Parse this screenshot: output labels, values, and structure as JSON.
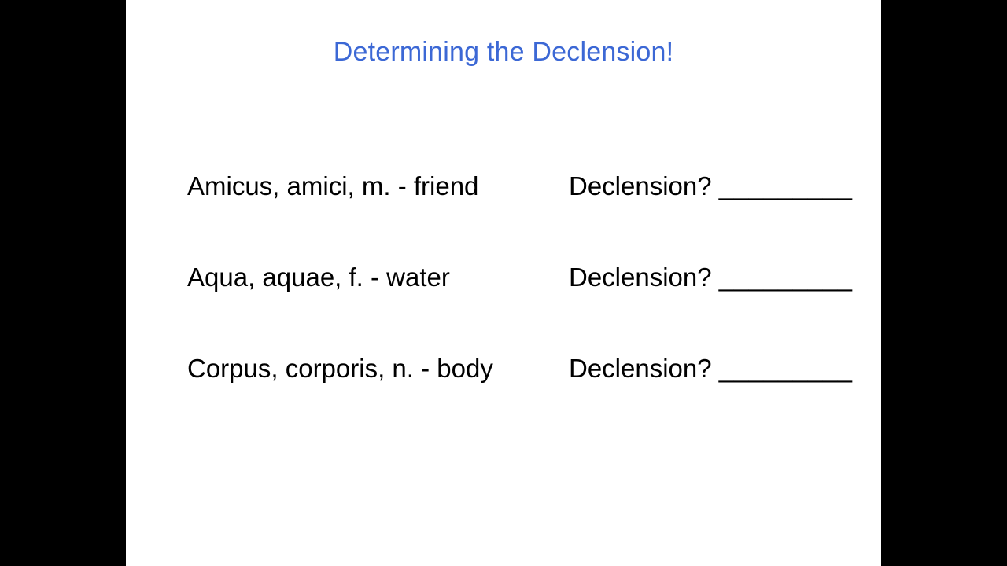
{
  "slide": {
    "title": "Determining the Declension!",
    "accent_color": "#3c68d5",
    "text_color": "#000000",
    "background_color": "#ffffff",
    "letterbox_color": "#000000",
    "rows": [
      {
        "term": "Amicus, amici, m. - friend",
        "prompt": "Declension?",
        "blank": "_________"
      },
      {
        "term": "Aqua, aquae, f. - water",
        "prompt": "Declension?",
        "blank": "_________"
      },
      {
        "term": "Corpus, corporis, n. - body",
        "prompt": "Declension?",
        "blank": "_________"
      }
    ]
  }
}
